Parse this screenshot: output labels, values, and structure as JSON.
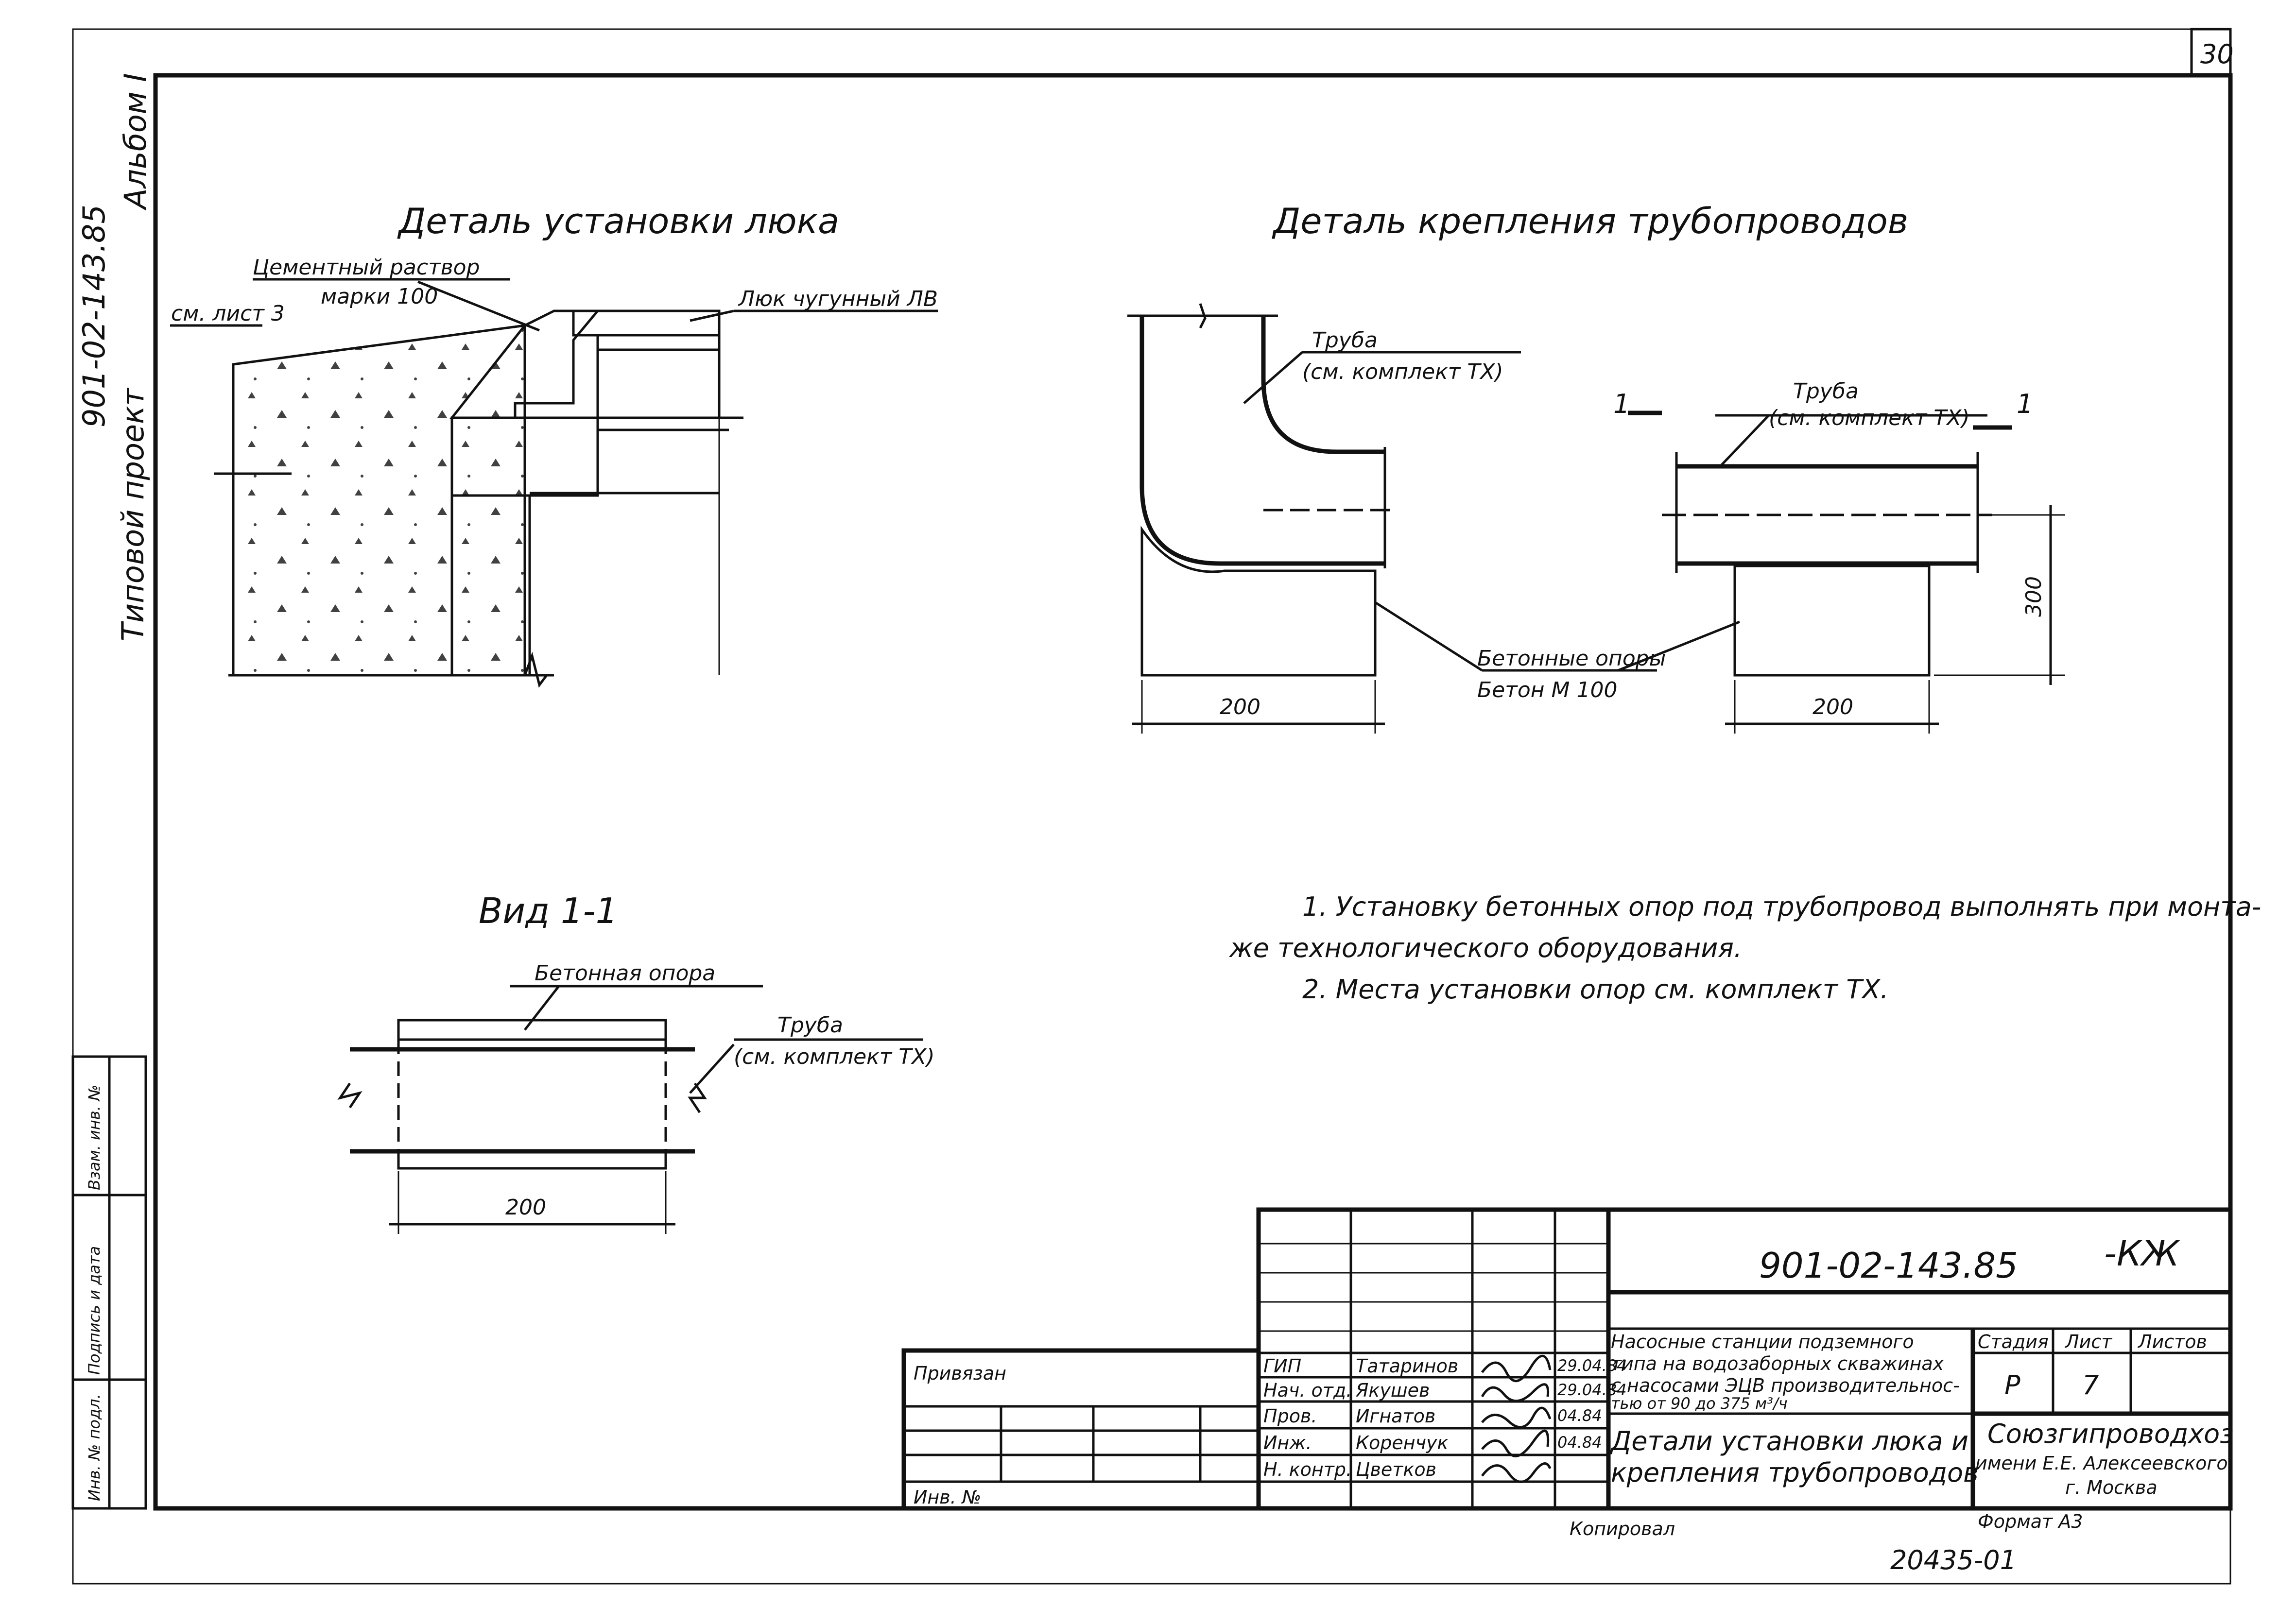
{
  "sheet": {
    "number": "30",
    "side_designation": "901-02-143.85",
    "side_album": "Альбом I",
    "side_project": "Типовой проект"
  },
  "detail_hatch": {
    "title": "Деталь установки люка",
    "label_mortar_1": "Цементный раствор",
    "label_mortar_2": "марки 100",
    "label_sheet_ref": "см. лист 3",
    "label_hatch": "Люк чугунный ЛВ"
  },
  "detail_pipes": {
    "title": "Деталь крепления трубопроводов",
    "pipe_label_1": "Труба",
    "pipe_label_2": "(см. комплект ТХ)",
    "pipe2_label_1": "Труба",
    "pipe2_label_2": "(см. комплект ТХ)",
    "section_mark_left": "1",
    "section_mark_right": "1",
    "support_label_1": "Бетонные опоры",
    "support_label_2": "Бетон М 100",
    "dim_left": "200",
    "dim_right": "200",
    "dim_height": "300"
  },
  "view_1_1": {
    "title": "Вид 1-1",
    "support_label": "Бетонная опора",
    "pipe_label_1": "Труба",
    "pipe_label_2": "(см. комплект ТХ)",
    "dim": "200"
  },
  "notes": {
    "note1_line1": "1. Установку бетонных опор под трубопровод выполнять при монта-",
    "note1_line2": "же технологического оборудования.",
    "note2": "2. Места установки опор см. комплект ТХ."
  },
  "left_stamp": {
    "col1": "Инв. № подл.",
    "col2": "Подпись и дата",
    "col3": "Взам. инв. №"
  },
  "title_block": {
    "designation": "901-02-143.85",
    "mark": "-КЖ",
    "privyazan": "Привязан",
    "inv_no": "Инв. №",
    "roles": [
      "ГИП",
      "Нач. отд.",
      "Пров.",
      "Инж.",
      "Н. контр."
    ],
    "names": [
      "Татаринов",
      "Якушев",
      "Игнатов",
      "Коренчук",
      "Цветков"
    ],
    "dates": [
      "29.04.84",
      "29.04.84",
      "04.84",
      "04.84",
      ""
    ],
    "project_line1": "Насосные станции подземного",
    "project_line2": "типа на водозаборных скважинах",
    "project_line3": "с насосами ЭЦВ производительнос-",
    "project_line4": "тью от 90 до 375 м³/ч",
    "sheet_title_1": "Детали установки люка и",
    "sheet_title_2": "крепления трубопроводов",
    "stage_header": "Стадия",
    "sheet_header": "Лист",
    "sheets_header": "Листов",
    "stage": "Р",
    "sheet": "7",
    "sheets": "",
    "org_1": "Союзгипроводхоз",
    "org_2": "имени Е.Е. Алексеевского",
    "org_3": "г. Москва",
    "copied": "Копировал",
    "format": "Формат А3",
    "archive_no": "20435-01"
  }
}
